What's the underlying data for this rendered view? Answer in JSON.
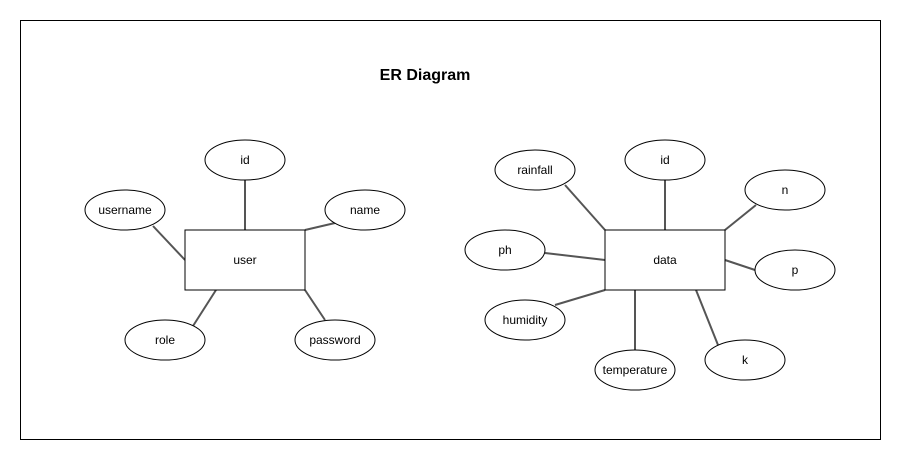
{
  "title": "ER Diagram",
  "entities": {
    "user": {
      "label": "user",
      "attributes": {
        "id": "id",
        "username": "username",
        "name": "name",
        "role": "role",
        "password": "password"
      }
    },
    "data": {
      "label": "data",
      "attributes": {
        "rainfall": "rainfall",
        "id": "id",
        "n": "n",
        "ph": "ph",
        "p": "p",
        "humidity": "humidity",
        "temperature": "temperature",
        "k": "k"
      }
    }
  },
  "colors": {
    "stroke": "#000000",
    "connector": "#555555",
    "fill": "#ffffff"
  }
}
